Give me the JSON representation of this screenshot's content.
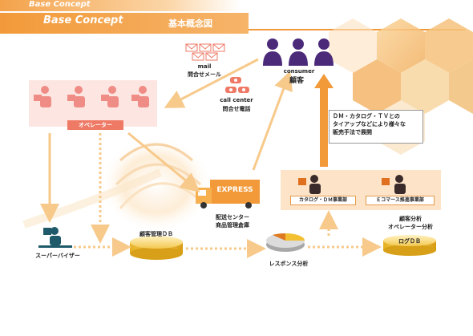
{
  "header": {
    "top_label": "Base Concept",
    "title_en": "Base Concept",
    "title_jp": "基本概念図"
  },
  "nodes": {
    "consumer_en": "consumer",
    "consumer_jp": "顧客",
    "mail_en": "mail",
    "mail_jp": "問合せメール",
    "call_en": "call center",
    "call_jp": "問合せ電話",
    "operator": "オペレーター",
    "supervisor": "スーパーバイザー",
    "customer_db": "顧客管理ＤＢ",
    "express": "EXPRESS",
    "delivery_line1": "配送センター",
    "delivery_line2": "商品管理倉庫",
    "response": "レスポンス分析",
    "catalog_dept": "カタログ・ＤＭ事業部",
    "ecommerce_dept": "Ｅコマース推進事業部",
    "analysis_line1": "顧客分析",
    "analysis_line2": "オペレーター分析",
    "log_db": "ログＤＢ",
    "tv_line1": "ＤＭ・カタログ・ＴＶとの",
    "tv_line2": "タイアップなどにより様々な",
    "tv_line3": "販売手法で展開"
  },
  "colors": {
    "orange": "#f29a3a",
    "pink": "#ee7a66",
    "purple": "#4b2a7a",
    "teal": "#1f5a6a",
    "cream": "#fde4c8",
    "arrow_light": "#f7c98a"
  }
}
